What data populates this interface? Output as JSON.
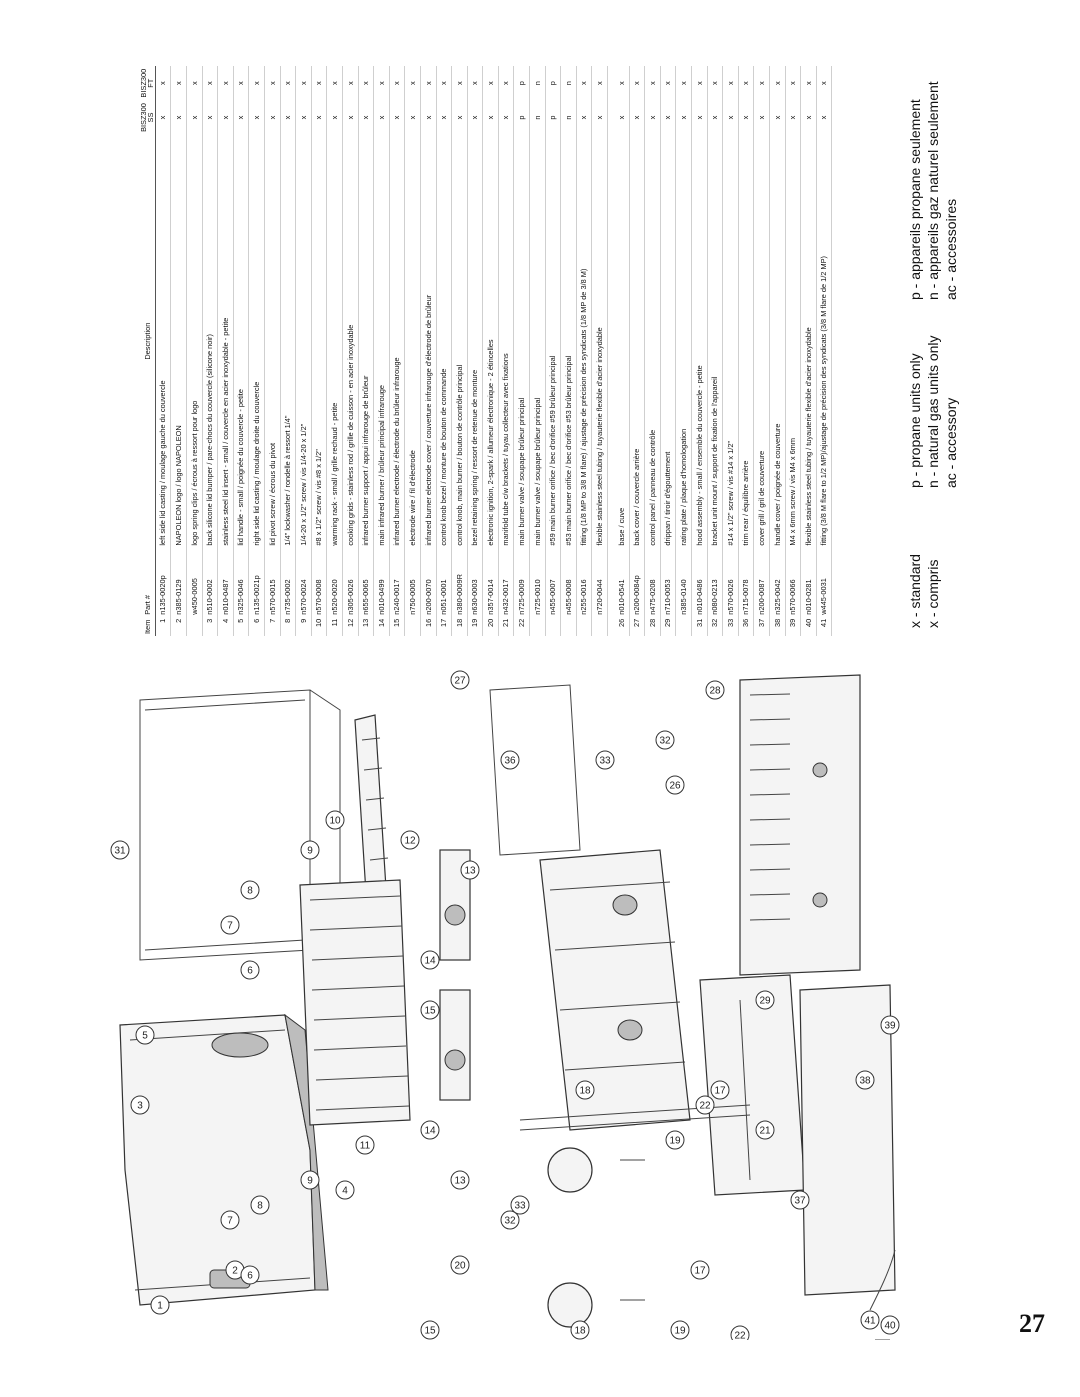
{
  "table": {
    "headers": {
      "item": "Item",
      "part": "Part #",
      "description": "Description",
      "col1_model": "BISZ300",
      "col1_sub": "SS",
      "col2_model": "BISZ300",
      "col2_sub": "FT"
    },
    "rows": [
      {
        "item": "1",
        "part": "n135-0020p",
        "desc": "left side lid casting / moulage gauche du couvercle",
        "c1": "x",
        "c2": "x"
      },
      {
        "item": "2",
        "part": "n385-0129",
        "desc": "NAPOLEON logo / logo NAPOLEON",
        "c1": "x",
        "c2": "x"
      },
      {
        "item": "",
        "part": "w450-0005",
        "desc": "logo spring clips / écrous à ressort pour logo",
        "c1": "x",
        "c2": "x"
      },
      {
        "item": "3",
        "part": "n510-0002",
        "desc": "back silicone lid bumper / pare-chocs du couvercle (silicone noir)",
        "c1": "x",
        "c2": "x"
      },
      {
        "item": "4",
        "part": "n010-0487",
        "desc": "stainless steel lid insert - small / couvercle en acier inoxydable - petite",
        "c1": "x",
        "c2": "x"
      },
      {
        "item": "5",
        "part": "n325-0046",
        "desc": "lid handle - small / poignée du couvercle - petite",
        "c1": "x",
        "c2": "x"
      },
      {
        "item": "6",
        "part": "n135-0021p",
        "desc": "right side lid casting / moulage droite du couvercle",
        "c1": "x",
        "c2": "x"
      },
      {
        "item": "7",
        "part": "n570-0015",
        "desc": "lid pivot screw / écrous du pivot",
        "c1": "x",
        "c2": "x"
      },
      {
        "item": "8",
        "part": "n735-0002",
        "desc": "1/4\" lockwasher / rondelle à ressort 1/4\"",
        "c1": "x",
        "c2": "x"
      },
      {
        "item": "9",
        "part": "n570-0024",
        "desc": "1/4-20 x 1/2\" screw / vis 1/4-20 x 1/2\"",
        "c1": "x",
        "c2": "x"
      },
      {
        "item": "10",
        "part": "n570-0008",
        "desc": "#8 x 1/2\" screw / vis #8 x 1/2\"",
        "c1": "x",
        "c2": "x"
      },
      {
        "item": "11",
        "part": "n520-0020",
        "desc": "warming rack - small / grille rechaud - petite",
        "c1": "x",
        "c2": "x"
      },
      {
        "item": "12",
        "part": "n305-0026",
        "desc": "cooking grids - stainless rod / grille de cuisson - en acier inoxydable",
        "c1": "x",
        "c2": "x"
      },
      {
        "item": "13",
        "part": "n655-0065",
        "desc": "infrared burner support / appui infrarouge de brûleur",
        "c1": "x",
        "c2": "x"
      },
      {
        "item": "14",
        "part": "n010-0499",
        "desc": "main infrared burner / brûleur principal infrarouge",
        "c1": "x",
        "c2": "x"
      },
      {
        "item": "15",
        "part": "n240-0017",
        "desc": "infrared burner electrode / électrode du brûleur infrarouge",
        "c1": "x",
        "c2": "x"
      },
      {
        "item": "",
        "part": "n750-0005",
        "desc": "electrode wire / fil d'électrode",
        "c1": "x",
        "c2": "x"
      },
      {
        "item": "16",
        "part": "n200-0070",
        "desc": "infrared burner electrode cover / couverture infrarouge d'électrode de brûleur",
        "c1": "x",
        "c2": "x"
      },
      {
        "item": "17",
        "part": "n051-0001",
        "desc": "control knob bezel / monture de bouton de commande",
        "c1": "x",
        "c2": "x"
      },
      {
        "item": "18",
        "part": "n380-0009R",
        "desc": "control knob, main burner / bouton de contrôle principal",
        "c1": "x",
        "c2": "x"
      },
      {
        "item": "19",
        "part": "n630-0003",
        "desc": "bezel retaining spring / ressort de retenue de monture",
        "c1": "x",
        "c2": "x"
      },
      {
        "item": "20",
        "part": "n357-0014",
        "desc": "electronic ignition, 2-spark / allumeur électronique - 2 étincelles",
        "c1": "x",
        "c2": "x"
      },
      {
        "item": "21",
        "part": "n432-0017",
        "desc": "manifold tube c/w brackets / tuyau collecteur avec fixations",
        "c1": "x",
        "c2": "x"
      },
      {
        "item": "22",
        "part": "n725-0009",
        "desc": "main burner valve / soupape brûleur principal",
        "c1": "p",
        "c2": "p"
      },
      {
        "item": "",
        "part": "n725-0010",
        "desc": "main burner valve / soupape brûleur principal",
        "c1": "n",
        "c2": "n"
      },
      {
        "item": "",
        "part": "n455-0007",
        "desc": "#59 main burner orifice / bec d'orifice #59 brûleur principal",
        "c1": "p",
        "c2": "p"
      },
      {
        "item": "",
        "part": "n455-0008",
        "desc": "#53 main burner orifice / bec d'orifice #53 brûleur principal",
        "c1": "n",
        "c2": "n"
      },
      {
        "item": "",
        "part": "n255-0016",
        "desc": "fitting (1/8 MP to 3/8 M flare) / ajustage de précision des syndicats (1/8 MP de 3/8 M)",
        "c1": "x",
        "c2": "x"
      },
      {
        "item": "",
        "part": "n720-0044",
        "desc": "flexible stainless steel tubing / tuyauterie flexible d'acier inoxydable",
        "c1": "x",
        "c2": "x"
      },
      {
        "gap": true
      },
      {
        "item": "26",
        "part": "n010-0541",
        "desc": "base / cuve",
        "c1": "x",
        "c2": "x"
      },
      {
        "item": "27",
        "part": "n200-0084p",
        "desc": "back cover / couvercle arrière",
        "c1": "x",
        "c2": "x"
      },
      {
        "item": "28",
        "part": "n475-0208",
        "desc": "control panel / panneau de contrôle",
        "c1": "x",
        "c2": "x"
      },
      {
        "item": "29",
        "part": "n710-0053",
        "desc": "drippan / tiroir d'égouttement",
        "c1": "x",
        "c2": "x"
      },
      {
        "item": "",
        "part": "n385-0140",
        "desc": "rating plate / plaque d'homologation",
        "c1": "x",
        "c2": "x"
      },
      {
        "item": "31",
        "part": "n010-0486",
        "desc": "hood assembly - small / ensemble du couvercle - petite",
        "c1": "x",
        "c2": "x"
      },
      {
        "item": "32",
        "part": "n080-0213",
        "desc": "bracket unit mount / support de fixation de l'appareil",
        "c1": "x",
        "c2": "x"
      },
      {
        "item": "33",
        "part": "n570-0026",
        "desc": "#14 x 1/2\" screw / vis #14 x 1/2\"",
        "c1": "x",
        "c2": "x"
      },
      {
        "item": "36",
        "part": "n715-0078",
        "desc": "trim rear / équilibre arrière",
        "c1": "x",
        "c2": "x"
      },
      {
        "item": "37",
        "part": "n200-0087",
        "desc": "cover grill / gril de couverture",
        "c1": "x",
        "c2": "x"
      },
      {
        "item": "38",
        "part": "n325-0042",
        "desc": "handle cover / poignée de couverture",
        "c1": "x",
        "c2": "x"
      },
      {
        "item": "39",
        "part": "n570-0066",
        "desc": "M4 x 6mm screw / vis M4 x 6mm",
        "c1": "x",
        "c2": "x"
      },
      {
        "item": "40",
        "part": "n010-0281",
        "desc": "flexible stainless steel tubing / tuyauterie flexible d'acier inoxydable",
        "c1": "x",
        "c2": "x"
      },
      {
        "item": "41",
        "part": "w445-0031",
        "desc": "fitting (3/8 M flare to 1/2 MP)/ajustage de précision des syndicats (3/8 M flare de 1/2 MP)",
        "c1": "x",
        "c2": "x"
      }
    ]
  },
  "legend_left": {
    "line1": "x - standard",
    "line2": "x - compris"
  },
  "legend_mid": {
    "line1": "p - propane units only",
    "line2": "n - natural gas units only",
    "line3": "ac - accessory"
  },
  "legend_right": {
    "line1": "p - appareils propane seulement",
    "line2": "n - appareils gaz naturel seulement",
    "line3": "ac - accessoires"
  },
  "callouts": [
    "1",
    "2",
    "3",
    "4",
    "5",
    "6",
    "6",
    "7",
    "7",
    "8",
    "8",
    "9",
    "9",
    "10",
    "11",
    "12",
    "13",
    "13",
    "14",
    "14",
    "15",
    "15",
    "17",
    "17",
    "18",
    "18",
    "19",
    "19",
    "20",
    "21",
    "22",
    "22",
    "26",
    "27",
    "28",
    "29",
    "31",
    "32",
    "32",
    "33",
    "33",
    "36",
    "37",
    "38",
    "39",
    "40",
    "41"
  ],
  "page_number": "27"
}
